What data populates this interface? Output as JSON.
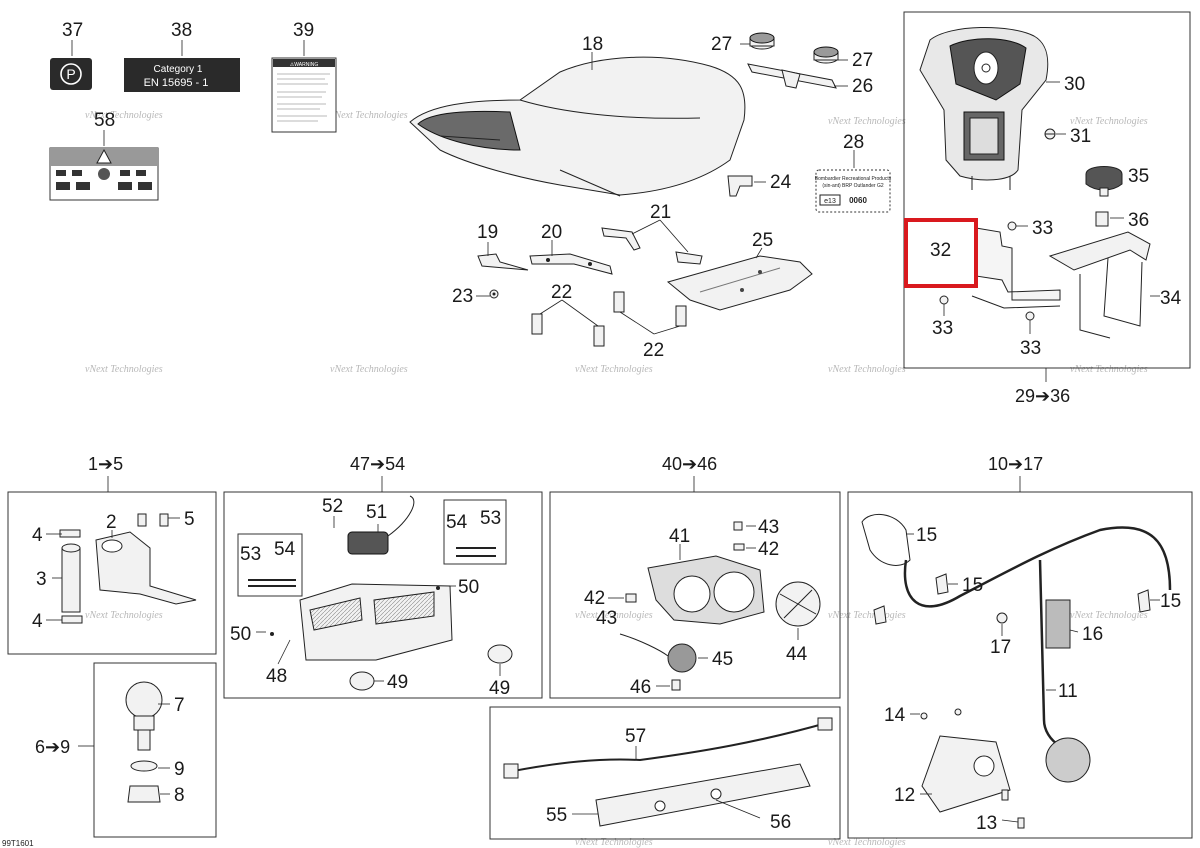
{
  "diagram": {
    "drawing_number": "99T1601",
    "watermark": "vNext Technologies",
    "highlighted_callout": "32",
    "highlight_color": "#d9191e",
    "decals": {
      "d37_symbol": "P",
      "d38_line1": "Category 1",
      "d38_line2": "EN  15695  -  1",
      "d39_title": "⚠WARNING",
      "d28_line1": "Bombardier Recreational Products",
      "d28_line2": "(sin-ant) BRP Outlander G2",
      "d28_code1": "e13",
      "d28_code2": "0060"
    },
    "callouts": [
      "37",
      "38",
      "39",
      "58",
      "18",
      "27",
      "27",
      "26",
      "28",
      "24",
      "19",
      "20",
      "21",
      "25",
      "23",
      "22",
      "22",
      "30",
      "31",
      "35",
      "36",
      "32",
      "33",
      "33",
      "33",
      "34",
      "2",
      "4",
      "5",
      "3",
      "4",
      "7",
      "9",
      "8",
      "52",
      "51",
      "54",
      "53",
      "53",
      "54",
      "50",
      "50",
      "48",
      "49",
      "49",
      "41",
      "43",
      "42",
      "42",
      "43",
      "45",
      "44",
      "46",
      "57",
      "55",
      "56",
      "15",
      "15",
      "15",
      "16",
      "17",
      "11",
      "14",
      "12",
      "13"
    ],
    "group_labels": [
      "29➔36",
      "1➔5",
      "47➔54",
      "40➔46",
      "10➔17",
      "6➔9"
    ]
  }
}
